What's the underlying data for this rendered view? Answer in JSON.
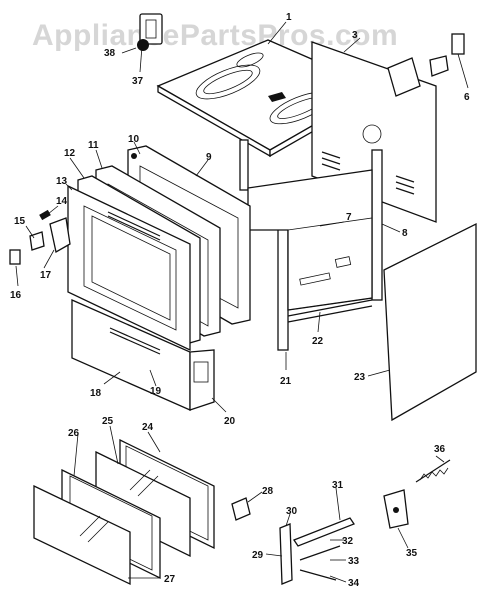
{
  "watermark": "AppliancePartsPros.com",
  "callouts": [
    {
      "id": "c1",
      "text": "1"
    },
    {
      "id": "c3",
      "text": "3"
    },
    {
      "id": "c6",
      "text": "6"
    },
    {
      "id": "c7",
      "text": "7"
    },
    {
      "id": "c8",
      "text": "8"
    },
    {
      "id": "c9",
      "text": "9"
    },
    {
      "id": "c10",
      "text": "10"
    },
    {
      "id": "c11",
      "text": "11"
    },
    {
      "id": "c12",
      "text": "12"
    },
    {
      "id": "c13",
      "text": "13"
    },
    {
      "id": "c14",
      "text": "14"
    },
    {
      "id": "c15",
      "text": "15"
    },
    {
      "id": "c16",
      "text": "16"
    },
    {
      "id": "c17",
      "text": "17"
    },
    {
      "id": "c18",
      "text": "18"
    },
    {
      "id": "c19",
      "text": "19"
    },
    {
      "id": "c20",
      "text": "20"
    },
    {
      "id": "c21",
      "text": "21"
    },
    {
      "id": "c22",
      "text": "22"
    },
    {
      "id": "c23",
      "text": "23"
    },
    {
      "id": "c24",
      "text": "24"
    },
    {
      "id": "c25",
      "text": "25"
    },
    {
      "id": "c26",
      "text": "26"
    },
    {
      "id": "c27",
      "text": "27"
    },
    {
      "id": "c28",
      "text": "28"
    },
    {
      "id": "c29",
      "text": "29"
    },
    {
      "id": "c30",
      "text": "30"
    },
    {
      "id": "c31",
      "text": "31"
    },
    {
      "id": "c32",
      "text": "32"
    },
    {
      "id": "c33",
      "text": "33"
    },
    {
      "id": "c34",
      "text": "34"
    },
    {
      "id": "c35",
      "text": "35"
    },
    {
      "id": "c36",
      "text": "36"
    },
    {
      "id": "c37",
      "text": "37"
    },
    {
      "id": "c38",
      "text": "38"
    }
  ]
}
